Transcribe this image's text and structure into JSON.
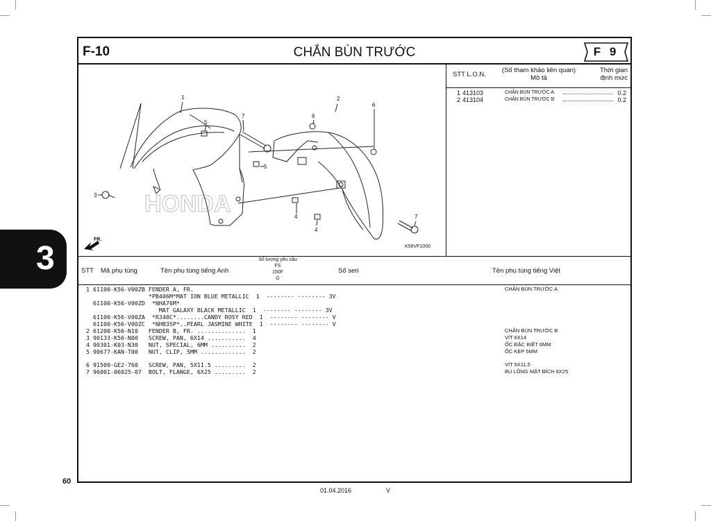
{
  "header": {
    "code": "F-10",
    "title": "CHẮN BÙN TRƯỚC",
    "figure_badge": "F 9"
  },
  "illustration": {
    "code": "K56VF1000",
    "watermark": "HONDA",
    "direction": "FR.",
    "callouts": [
      "1",
      "2",
      "3",
      "3",
      "4",
      "4",
      "5",
      "5",
      "6",
      "6",
      "7",
      "7"
    ]
  },
  "lon_table": {
    "headers": {
      "stt_lon": "STT  L.O.N.",
      "desc_line1": "(Số tham khảo liên quan)",
      "desc_line2": "Mô tả",
      "time_line1": "Thời gian",
      "time_line2": "định mức"
    },
    "rows": [
      {
        "no": "1",
        "code": "413103",
        "desc": "CHẮN BÙN TRƯỚC A",
        "time": "0.2"
      },
      {
        "no": "2",
        "code": "413104",
        "desc": "CHẮN BÙN TRƯỚC B",
        "time": "0.2"
      }
    ]
  },
  "parts_table": {
    "headers": {
      "stt": "STT",
      "part_no": "Mã phụ tùng",
      "name_en": "Tên phụ tùng tiếng Anh",
      "qty_line1": "Số lượng yêu cầu",
      "qty_line2": "FS",
      "qty_line3": "150F",
      "qty_line4": "G",
      "serial": "Số seri",
      "name_vn": "Tên phụ tùng tiếng Việt"
    },
    "rows": [
      {
        "text": " 1 61100-K56-V00ZB FENDER A, FR.",
        "vn": "CHẮN BÙN TRƯỚC A"
      },
      {
        "text": "                   *PB406M*MAT ION BLUE METALLIC  1  -------- -------- 3V",
        "vn": ""
      },
      {
        "text": "   61100-K56-V00ZD  *NHA76M*",
        "vn": ""
      },
      {
        "text": "                      MAT GALAXY BLACK METALLIC  1  -------- -------- 3V",
        "vn": ""
      },
      {
        "text": "   61100-K56-V00ZA  *R340C*........CANDY ROSY RED  1  -------- -------- V",
        "vn": ""
      },
      {
        "text": "   61100-K56-V00ZC  *NHB35P*..PEARL JASMINE WHITE  1  -------- -------- V",
        "vn": ""
      },
      {
        "text": " 2 61200-K56-N10   FENDER B, FR. ..............  1",
        "vn": "CHẮN BÙN TRƯỚC B"
      },
      {
        "text": " 3 90133-K56-N00   SCREW, PAN, 6X14 ...........  4",
        "vn": "VÍT 6X14"
      },
      {
        "text": " 4 90301-K03-N30   NUT, SPECIAL, 6MM ..........  2",
        "vn": "ỐC ĐẶC BIỆT 6MM"
      },
      {
        "text": " 5 90677-KAN-T00   NUT, CLIP, 5MM .............  2",
        "vn": "ỐC KẸP 5MM"
      },
      {
        "text": "",
        "vn": ""
      },
      {
        "text": " 6 91509-GE2-760   SCREW, PAN, 5X11.5 .........  2",
        "vn": "VÍT 5X11,5"
      },
      {
        "text": " 7 96001-06025-07  BOLT, FLANGE, 6X25 .........  2",
        "vn": "BU LÔNG MẶT BÍCH 6X25"
      }
    ]
  },
  "side_tab": "3",
  "footer": {
    "page_number": "60",
    "date": "01.04.2016",
    "version": "V"
  }
}
